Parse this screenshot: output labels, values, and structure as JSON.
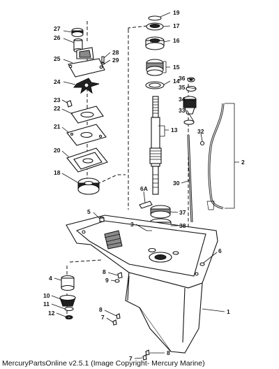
{
  "copyright": "MercuryPartsOnline v2.5.1 (Image Copyright- Mercury Marine)",
  "callouts": {
    "c1": "1",
    "c2": "2",
    "c3": "3",
    "c4": "4",
    "c5": "5",
    "c6": "6",
    "c7a": "7",
    "c7b": "7",
    "c8a": "8",
    "c8b": "8",
    "c8c": "8",
    "c9": "9",
    "c10": "10",
    "c11": "11",
    "c12": "12",
    "c13": "13",
    "c14": "14",
    "c15": "15",
    "c16": "16",
    "c17": "17",
    "c18": "18",
    "c19": "19",
    "c20": "20",
    "c21": "21",
    "c22": "22",
    "c23": "23",
    "c24": "24",
    "c25": "25",
    "c26": "26",
    "c27": "27",
    "c28": "28",
    "c29": "29",
    "c30": "30",
    "c32": "32",
    "c33": "33",
    "c34": "34",
    "c35": "35",
    "c36": "36",
    "c37": "37",
    "c38": "38",
    "c6a": "6A"
  }
}
